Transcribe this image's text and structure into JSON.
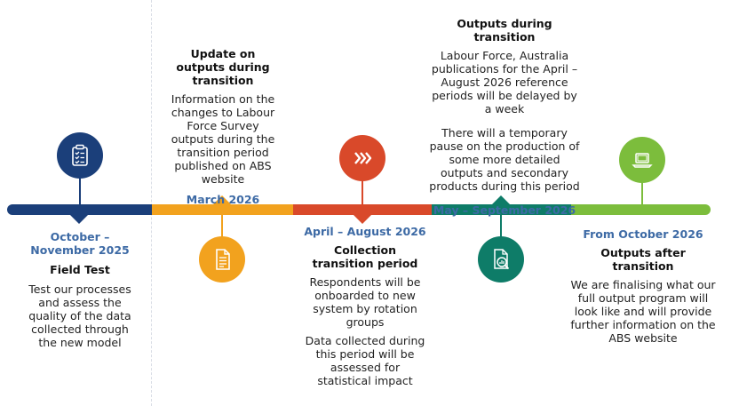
{
  "colors": {
    "navy": "#1b3f7a",
    "orange": "#f2a21e",
    "red": "#d9492a",
    "teal": "#0e7c68",
    "green": "#7cbd3c",
    "date_blue": "#3d6aa5"
  },
  "stages": [
    {
      "date": "October – November 2025",
      "heading": "Field Test",
      "body": "Test our processes and assess the quality of the data collected through the new model",
      "icon": "clipboard-checklist-icon"
    },
    {
      "date": "March 2026",
      "heading": "Update on outputs during transition",
      "body": "Information on the changes to Labour Force Survey outputs during the transition period published on ABS website",
      "icon": "document-icon"
    },
    {
      "date": "April – August 2026",
      "heading": "Collection transition period",
      "body": "Respondents will be onboarded to new system by rotation groups",
      "body2": "Data collected during this period will be assessed for statistical impact",
      "icon": "chevrons-right-icon"
    },
    {
      "date": "May – September 2026",
      "heading": "Outputs during transition",
      "body": "Labour Force, Australia publications for the April – August 2026 reference periods will be delayed by a week",
      "body2": "There will a temporary pause on the production of some more detailed outputs and secondary products during this period",
      "icon": "chart-document-icon"
    },
    {
      "date": "From October 2026",
      "heading": "Outputs after transition",
      "body": "We are finalising what our full output program will look like and will provide further information on the ABS website",
      "icon": "laptop-icon"
    }
  ]
}
